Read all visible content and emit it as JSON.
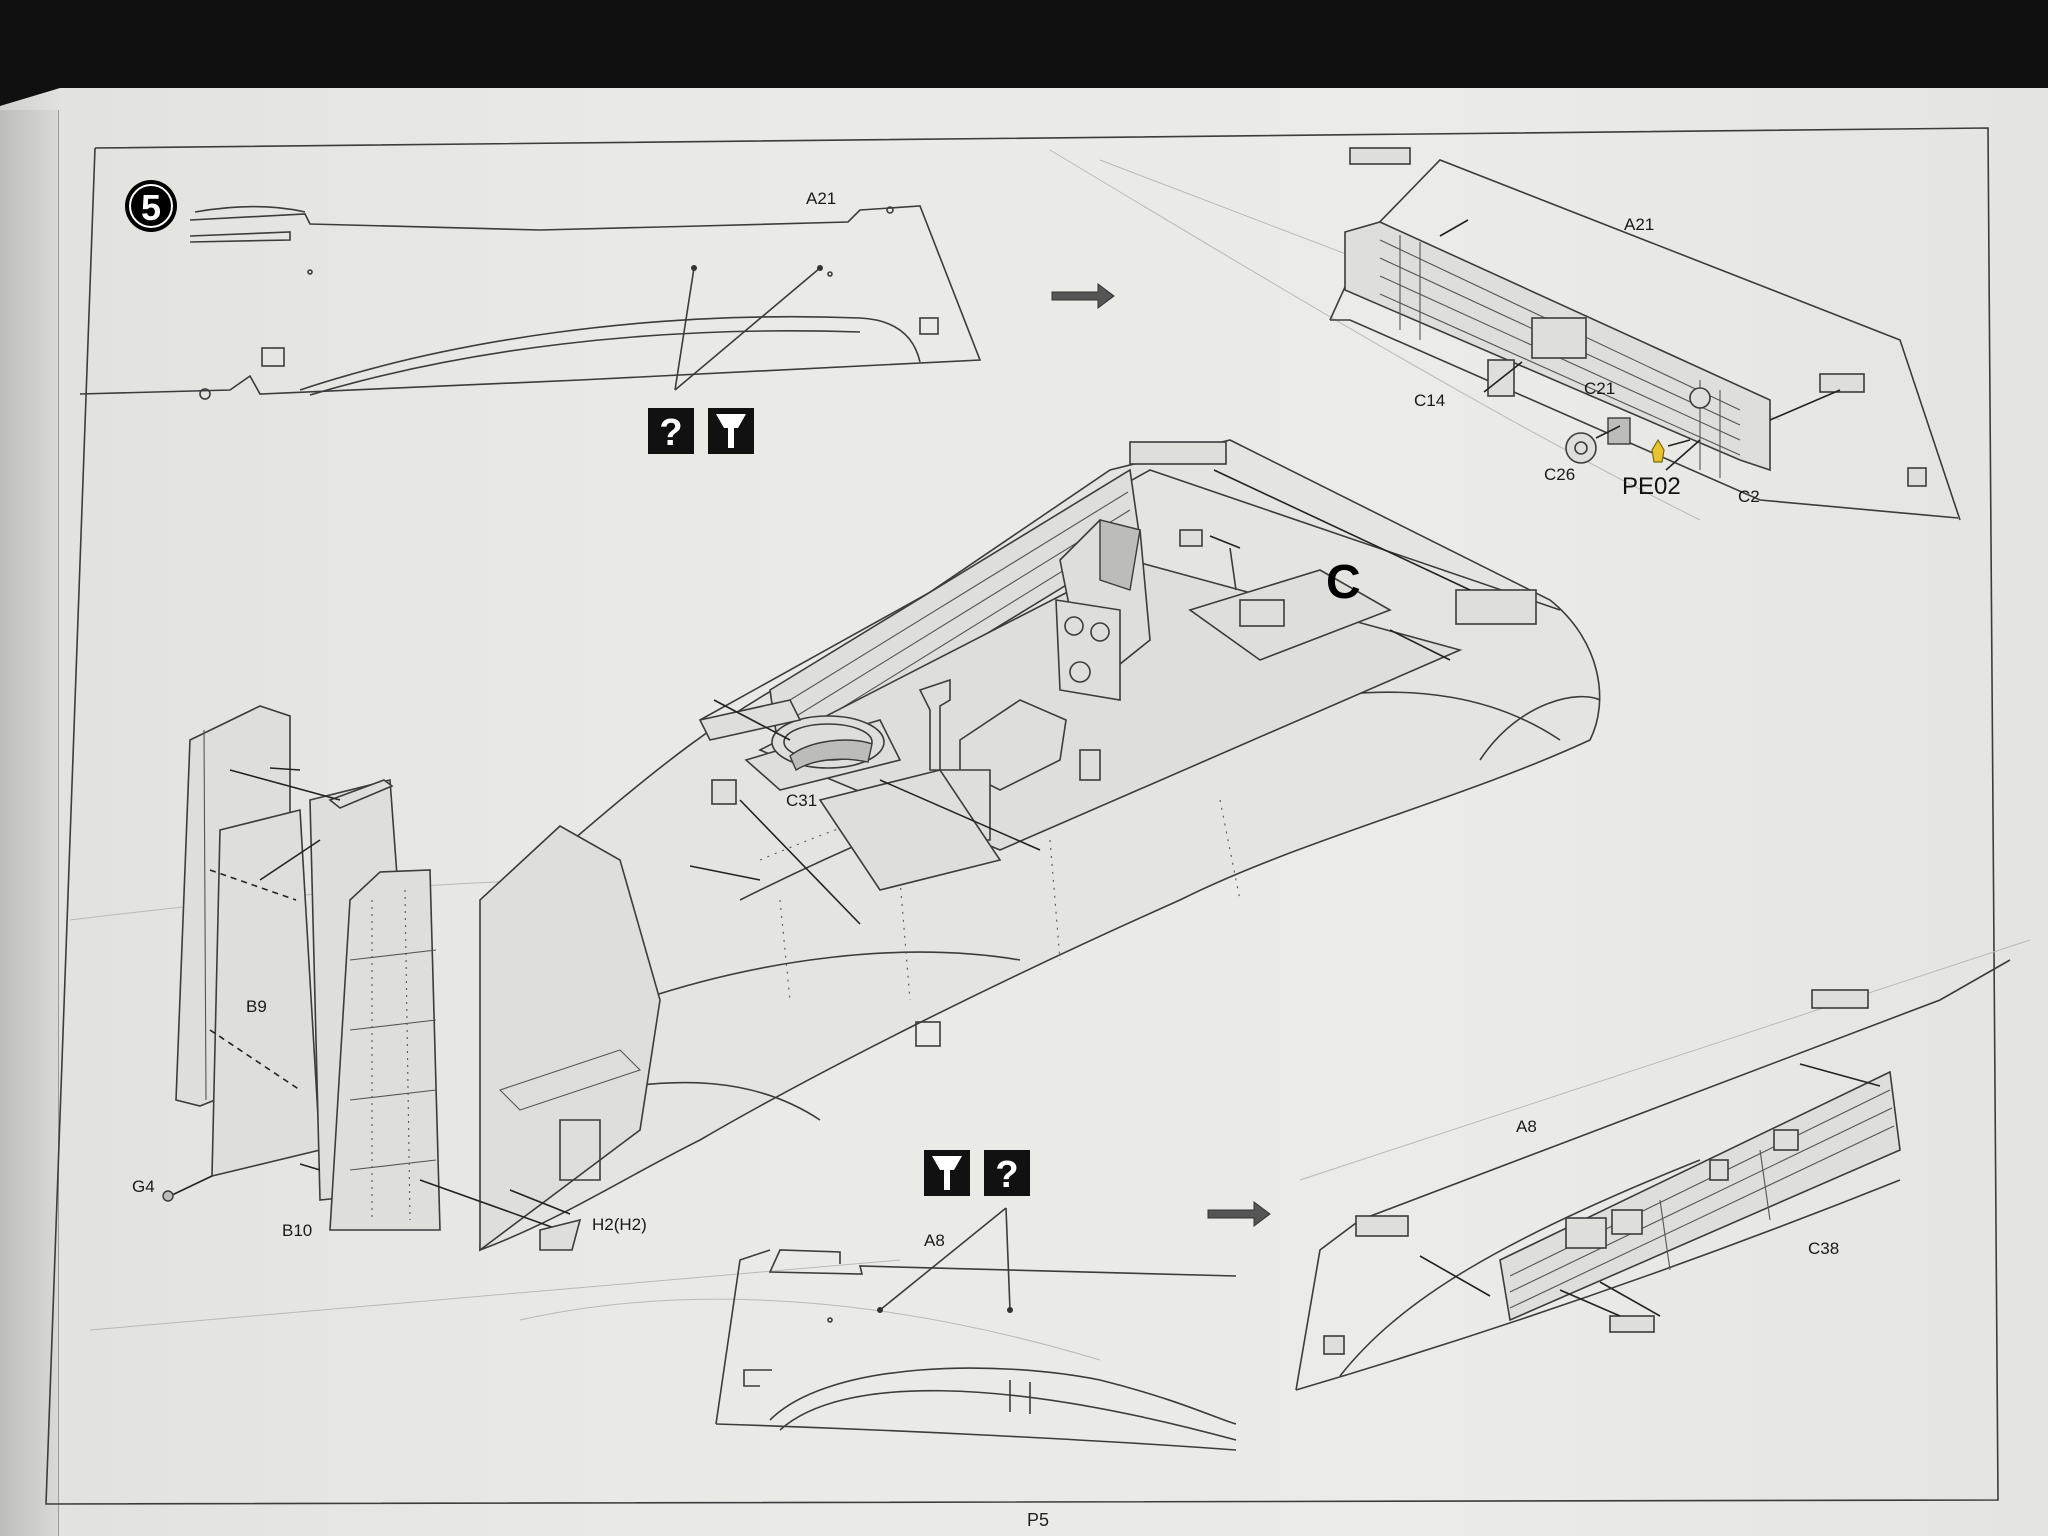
{
  "step": {
    "number": "5"
  },
  "part_labels": {
    "a21_top_left": "A21",
    "a21_top_right": "A21",
    "c14": "C14",
    "c21": "C21",
    "c26": "C26",
    "pe02": "PE02",
    "c2": "C2",
    "c_callout": "C",
    "c31": "C31",
    "b9": "B9",
    "g4": "G4",
    "b10": "B10",
    "h2": "H2(H2)",
    "a8_bottom_left": "A8",
    "a8_bottom_right": "A8",
    "c38": "C38"
  },
  "icons": {
    "question": "?",
    "top_pair": [
      "question-icon",
      "drill-icon"
    ],
    "bottom_pair": [
      "drill-icon",
      "question-icon"
    ]
  },
  "page_number": "P5",
  "colors": {
    "page": "#ebebe8",
    "ink": "#222222",
    "photo_etch_highlight": "#e8c530"
  }
}
